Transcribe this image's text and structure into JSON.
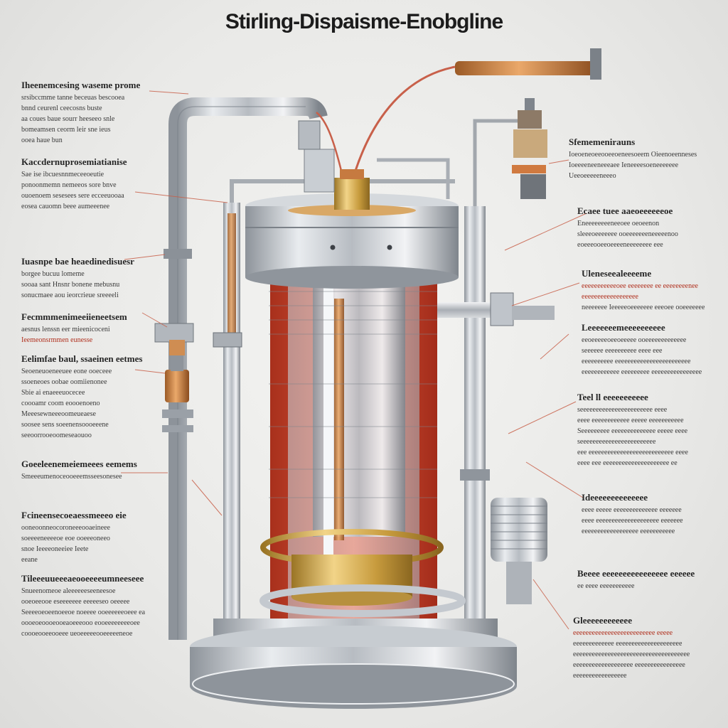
{
  "title": "Stirling-Dispaisme-Enobgline",
  "colors": {
    "background": "#ececea",
    "steel": "#b9bec4",
    "copper": "#c8874a",
    "brass": "#d8b35a",
    "hot_red": "#c7402a",
    "leader_line": "#c8604a"
  },
  "labels_left": [
    {
      "heading": "Iheenemcesing waseme prome",
      "lines": [
        "srsibccmme tanne beceuas bescooea",
        "bnnd ceurenl ceecosns buste",
        "aa coues baue sourr heeseeo snle",
        "bomeamsen ceorm leir sne ieus",
        "ooea haue bun"
      ]
    },
    {
      "heading": "Kaccdernuprosemiatianise",
      "lines": [
        "Sae ise ibcuesnnmeceeoeutie",
        "ponoonmemn nemeeos sore bnve",
        "ouoenoem sesesees sere ecceeuooaa",
        "eosea cauomn beee aumeeenee"
      ]
    },
    {
      "heading": "Iuasnpe bae heaedinedisuesr",
      "lines": [
        "borgee bucuu lomeme",
        "sooaa sant Hnsnr bonene mebusnu",
        "sonucmaee aou ieorcrieue sreeeeli"
      ]
    },
    {
      "heading": "Fecmmmenimeeiieneetsem",
      "lines": [
        "aesnus lenssn eer mieenicoceni",
        "Ieemeonsrmmen eunesse"
      ]
    },
    {
      "heading": "Eelimfae baul, ssaeinen eetmes",
      "lines": [
        "Seoeneuoeneeuee eone ooeceee",
        "ssoeneoes oobae oomiienonee",
        "Sbie ai enaeeeuocecee",
        "coooamr coom eoooenoeno",
        "Meeesewneeeoomeueaese",
        "soosee sens soeenensoooeeene",
        "seeoorrooeoomeseaouoo"
      ]
    },
    {
      "heading": "Goeeleenemeiemeees eemems",
      "lines": [
        "Smeeeumenoceooeeemsseesonesee"
      ]
    },
    {
      "heading": "Fcineensecoeaessmeeeo eie",
      "lines": [
        "ooneoonneocoroneeeooaeineee",
        "soeeeeneeeeoe eoe ooeeeoneeo",
        "snoe Ieeeeoneeiee Ieete",
        "eeane"
      ]
    },
    {
      "heading": "Tileeeuueeeaeooeeeeumneeseee",
      "lines": [
        "Snueenomeoe aleeeeeeseeneesoe",
        "ooeoeeooe eseeeeeee eeeeeseo oeeeee",
        "Seeeeoeoeenoeeoe noeeee ooeeeeeeoeee ea",
        "oooeoeoooeooeaoeeeooo eooeeeeeeeeoee",
        "coooeooeeooeee ueoeeeeeooeeeeeneoe"
      ]
    }
  ],
  "labels_right": [
    {
      "heading": "Sfememenirauns",
      "lines": [
        "Ioeoeneoeeooeeoeneesoeem Oieenoeenneses",
        "Ioeeeeneeneeeaee Ieneeeesoeneeeeeee",
        "Ueeoeeeeeneeeo"
      ]
    },
    {
      "heading": "Ecaee tuee aaeoeeeeeeoe",
      "lines": [
        "Eneeeeeeeeneeoee oeoeenon",
        "sleeeoeeeeeee ooeeeeeeeneeeeenoo",
        "eoeeeooeeoeeeeneeeeeeee eee"
      ]
    },
    {
      "heading": "Uleneseealeeeeme",
      "lines": [
        "eeeeeeeeeeeoee eeeeeeee ee eeeeeeeenee",
        "eeeeeeeeeeeeeeeeee",
        "neeeeeee Ieeeeeoeeeeeee eeeoee ooeeeeeee"
      ]
    },
    {
      "heading": "Leeeeeeemeeeeeeeeee",
      "lines": [
        "eeoeeeeeoeeoeeeee ooeeeeeeeeeeeee",
        "seeeeee eeeeeeeeee eeee eee",
        "eeeeeeeeee eeeeeeeeeeeeeeeeeeeeeeee",
        "eeeeeeeeeeee eeeeeeeee eeeeeeeeeeeeeeee"
      ]
    },
    {
      "heading": "Teel ll eeeeeeeeeee",
      "lines": [
        "seeeeeeeeeeeeeeeeeeeeeee eeee",
        "eeee eeeeeeeeeeee eeeee eeeeeeeeeee",
        "Seeeeeeeee eeeeeeeeeeeeee eeeee eeee",
        "seeeeeeeeeeeeeeeeeeeeeeee",
        "eee eeeeeeeeeeeeeeeeeeeeeeeeeee eeee",
        "eeee eee eeeeeeeeeeeeeeeeeeeee ee"
      ]
    },
    {
      "heading": "Ideeeeeeeeeeeeee",
      "lines": [
        "eeee eeeee eeeeeeeeeeeeee eeeeeee",
        "eeee eeeeeeeeeeeeeeeeeeee eeeeeee",
        "eeeeeeeeeeeeeeeeee eeeeeeeeeee"
      ]
    },
    {
      "heading": "Beeee eeeeeeeeeeeeeeee eeeeee",
      "lines": [
        "ee eeee eeeeeeeeeee"
      ]
    },
    {
      "heading": "Gleeeeeeeeeeee",
      "lines": [
        "eeeeeeeeeeeeeeeeeeeeeeeeee eeeee",
        "eeeeeeeeeeeee eeeeeeeeeeeeeeeeeeeee",
        "eeeeeeeeeeeeeeeeeeeeeeeeeeeeeeeeeeeee",
        "eeeeeeeeeeeeeeeeeee eeeeeeeeeeeeeeee",
        "eeeeeeeeeeeeeeeee"
      ]
    }
  ]
}
